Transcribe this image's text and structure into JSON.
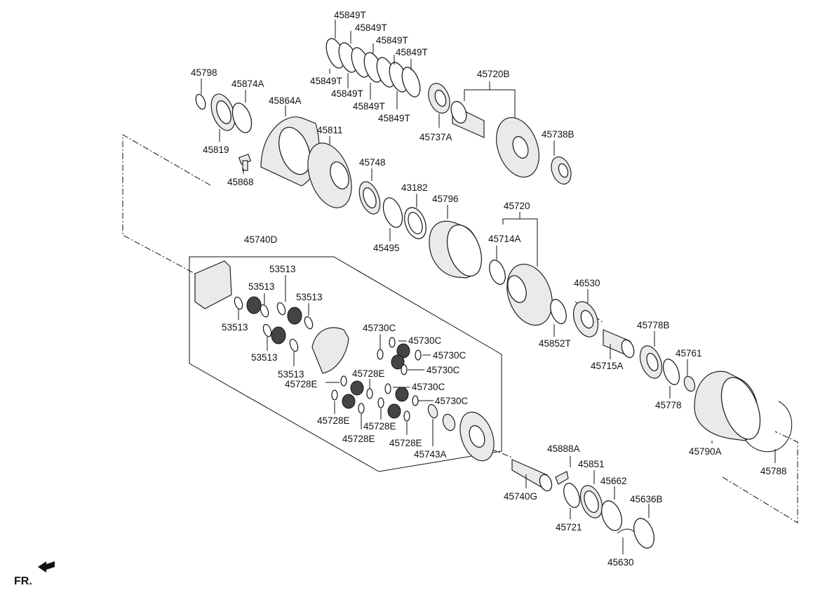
{
  "labels": {
    "l_45849T_1": "45849T",
    "l_45849T_2": "45849T",
    "l_45849T_3": "45849T",
    "l_45849T_4": "45849T",
    "l_45849T_5": "45849T",
    "l_45849T_6": "45849T",
    "l_45849T_7": "45849T",
    "l_45849T_8": "45849T",
    "l_45720B": "45720B",
    "l_45737A": "45737A",
    "l_45738B": "45738B",
    "l_45798": "45798",
    "l_45874A": "45874A",
    "l_45864A": "45864A",
    "l_45819": "45819",
    "l_45811": "45811",
    "l_45868": "45868",
    "l_45748": "45748",
    "l_43182": "43182",
    "l_45796": "45796",
    "l_45720": "45720",
    "l_45495": "45495",
    "l_45714A": "45714A",
    "l_45740D": "45740D",
    "l_46530": "46530",
    "l_45852T": "45852T",
    "l_45778B": "45778B",
    "l_45715A": "45715A",
    "l_45761": "45761",
    "l_45778": "45778",
    "l_45790A": "45790A",
    "l_45788": "45788",
    "l_53513_1": "53513",
    "l_53513_2": "53513",
    "l_53513_3": "53513",
    "l_53513_4": "53513",
    "l_53513_5": "53513",
    "l_53513_6": "53513",
    "l_45730C_1": "45730C",
    "l_45730C_2": "45730C",
    "l_45730C_3": "45730C",
    "l_45730C_4": "45730C",
    "l_45730C_5": "45730C",
    "l_45730C_6": "45730C",
    "l_45728E_1": "45728E",
    "l_45728E_2": "45728E",
    "l_45728E_3": "45728E",
    "l_45728E_4": "45728E",
    "l_45728E_5": "45728E",
    "l_45728E_6": "45728E",
    "l_45743A": "45743A",
    "l_45888A": "45888A",
    "l_45851": "45851",
    "l_45662": "45662",
    "l_45636B": "45636B",
    "l_45740G": "45740G",
    "l_45721": "45721",
    "l_45630": "45630"
  },
  "fr_label": "FR."
}
